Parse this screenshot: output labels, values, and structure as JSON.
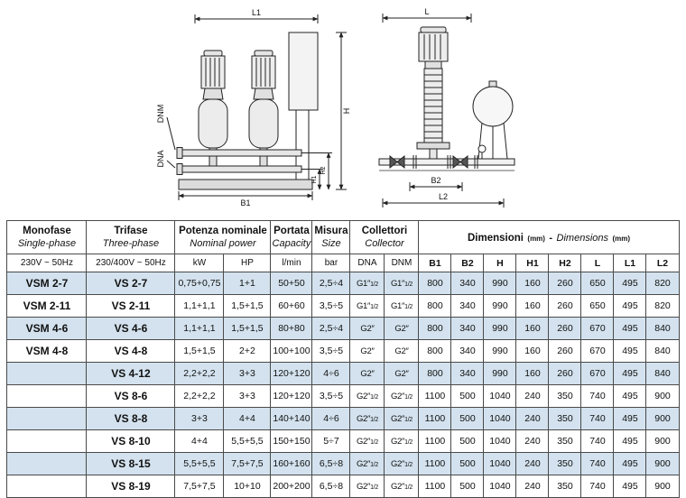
{
  "colors": {
    "row_alt_bg": "#d3e2ee",
    "table_border": "#4a4a4a",
    "diagram_line": "#222222"
  },
  "diagrams": {
    "left": {
      "dims": {
        "l1": "L1",
        "h": "H",
        "h1": "H1",
        "h2": "H2",
        "b1": "B1",
        "dnm": "DNM",
        "dna": "DNA"
      }
    },
    "right": {
      "dims": {
        "l": "L",
        "b2": "B2",
        "l2": "L2"
      }
    }
  },
  "table": {
    "header": {
      "monofase": {
        "title": "Monofase",
        "sub": "Single-phase",
        "volt": "230V ~ 50Hz"
      },
      "trifase": {
        "title": "Trifase",
        "sub": "Three-phase",
        "volt": "230/400V ~ 50Hz"
      },
      "potenza": {
        "title": "Potenza nominale",
        "sub": "Nominal power",
        "kw": "kW",
        "hp": "HP"
      },
      "portata": {
        "title": "Portata",
        "sub": "Capacity",
        "unit": "l/min"
      },
      "misura": {
        "title": "Misura",
        "sub": "Size",
        "unit": "bar"
      },
      "collettori": {
        "title": "Collettori",
        "sub": "Collector",
        "dna": "DNA",
        "dnm": "DNM"
      },
      "dimensioni": {
        "title_it": "Dimensioni",
        "mm_it": "(mm)",
        "sep": "-",
        "title_en": "Dimensions",
        "mm_en": "(mm)",
        "cols": [
          "B1",
          "B2",
          "H",
          "H1",
          "H2",
          "L",
          "L1",
          "L2"
        ]
      }
    },
    "rows": [
      {
        "monofase": "VSM 2-7",
        "trifase": "VS 2-7",
        "kw": "0,75+0,75",
        "hp": "1+1",
        "lmin": "50+50",
        "bar": "2,5÷4",
        "dna": {
          "main": "G1″",
          "frac": "1/2"
        },
        "dnm": {
          "main": "G1″",
          "frac": "1/2"
        },
        "dims": [
          "800",
          "340",
          "990",
          "160",
          "260",
          "650",
          "495",
          "820"
        ]
      },
      {
        "monofase": "VSM 2-11",
        "trifase": "VS 2-11",
        "kw": "1,1+1,1",
        "hp": "1,5+1,5",
        "lmin": "60+60",
        "bar": "3,5÷5",
        "dna": {
          "main": "G1″",
          "frac": "1/2"
        },
        "dnm": {
          "main": "G1″",
          "frac": "1/2"
        },
        "dims": [
          "800",
          "340",
          "990",
          "160",
          "260",
          "650",
          "495",
          "820"
        ]
      },
      {
        "monofase": "VSM 4-6",
        "trifase": "VS 4-6",
        "kw": "1,1+1,1",
        "hp": "1,5+1,5",
        "lmin": "80+80",
        "bar": "2,5÷4",
        "dna": {
          "main": "G2″",
          "frac": ""
        },
        "dnm": {
          "main": "G2″",
          "frac": ""
        },
        "dims": [
          "800",
          "340",
          "990",
          "160",
          "260",
          "670",
          "495",
          "840"
        ]
      },
      {
        "monofase": "VSM 4-8",
        "trifase": "VS 4-8",
        "kw": "1,5+1,5",
        "hp": "2+2",
        "lmin": "100+100",
        "bar": "3,5÷5",
        "dna": {
          "main": "G2″",
          "frac": ""
        },
        "dnm": {
          "main": "G2″",
          "frac": ""
        },
        "dims": [
          "800",
          "340",
          "990",
          "160",
          "260",
          "670",
          "495",
          "840"
        ]
      },
      {
        "monofase": "",
        "trifase": "VS 4-12",
        "kw": "2,2+2,2",
        "hp": "3+3",
        "lmin": "120+120",
        "bar": "4÷6",
        "dna": {
          "main": "G2″",
          "frac": ""
        },
        "dnm": {
          "main": "G2″",
          "frac": ""
        },
        "dims": [
          "800",
          "340",
          "990",
          "160",
          "260",
          "670",
          "495",
          "840"
        ]
      },
      {
        "monofase": "",
        "trifase": "VS 8-6",
        "kw": "2,2+2,2",
        "hp": "3+3",
        "lmin": "120+120",
        "bar": "3,5÷5",
        "dna": {
          "main": "G2″",
          "frac": "1/2"
        },
        "dnm": {
          "main": "G2″",
          "frac": "1/2"
        },
        "dims": [
          "1100",
          "500",
          "1040",
          "240",
          "350",
          "740",
          "495",
          "900"
        ]
      },
      {
        "monofase": "",
        "trifase": "VS 8-8",
        "kw": "3+3",
        "hp": "4+4",
        "lmin": "140+140",
        "bar": "4÷6",
        "dna": {
          "main": "G2″",
          "frac": "1/2"
        },
        "dnm": {
          "main": "G2″",
          "frac": "1/2"
        },
        "dims": [
          "1100",
          "500",
          "1040",
          "240",
          "350",
          "740",
          "495",
          "900"
        ]
      },
      {
        "monofase": "",
        "trifase": "VS 8-10",
        "kw": "4+4",
        "hp": "5,5+5,5",
        "lmin": "150+150",
        "bar": "5÷7",
        "dna": {
          "main": "G2″",
          "frac": "1/2"
        },
        "dnm": {
          "main": "G2″",
          "frac": "1/2"
        },
        "dims": [
          "1100",
          "500",
          "1040",
          "240",
          "350",
          "740",
          "495",
          "900"
        ]
      },
      {
        "monofase": "",
        "trifase": "VS 8-15",
        "kw": "5,5+5,5",
        "hp": "7,5+7,5",
        "lmin": "160+160",
        "bar": "6,5÷8",
        "dna": {
          "main": "G2″",
          "frac": "1/2"
        },
        "dnm": {
          "main": "G2″",
          "frac": "1/2"
        },
        "dims": [
          "1100",
          "500",
          "1040",
          "240",
          "350",
          "740",
          "495",
          "900"
        ]
      },
      {
        "monofase": "",
        "trifase": "VS 8-19",
        "kw": "7,5+7,5",
        "hp": "10+10",
        "lmin": "200+200",
        "bar": "6,5÷8",
        "dna": {
          "main": "G2″",
          "frac": "1/2"
        },
        "dnm": {
          "main": "G2″",
          "frac": "1/2"
        },
        "dims": [
          "1100",
          "500",
          "1040",
          "240",
          "350",
          "740",
          "495",
          "900"
        ]
      }
    ]
  }
}
